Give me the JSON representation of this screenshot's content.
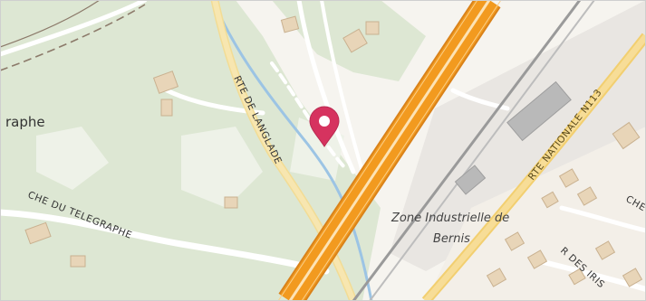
{
  "map": {
    "labels": {
      "place_left": "raphe",
      "road_langlade": "RTE DE LANGLADE",
      "road_telegraphe": "CHE DU TELEGRAPHE",
      "road_nationale": "RTE NATIONALE N113",
      "zone_line1": "Zone Industrielle de",
      "zone_line2": "Bernis",
      "road_iris": "R DES IRIS",
      "road_edge": "CHE"
    },
    "marker": {
      "icon": "map-pin-icon",
      "color": "#d6335f"
    },
    "colors": {
      "background": "#f6f4ef",
      "vegetation": "#dde7d3",
      "motorway": "#f29a1f",
      "primary_road": "#f7d98a",
      "water": "#9cc4e4",
      "building": "#e8d5b8",
      "railway": "#9a9a9a"
    }
  }
}
